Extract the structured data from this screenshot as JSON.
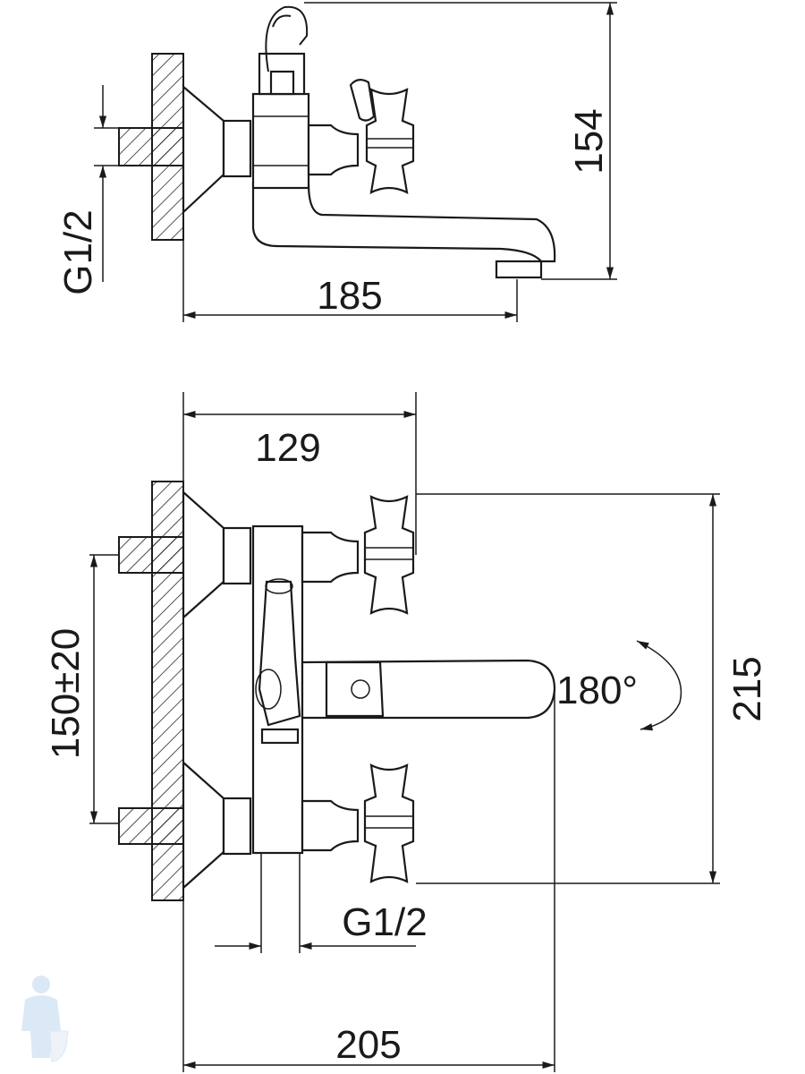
{
  "title": "Bath mixer dimension drawing",
  "top_view": {
    "thread_label": "G1/2",
    "width_label": "185",
    "height_label": "154"
  },
  "bottom_view": {
    "depth_label": "129",
    "center_distance_label": "150±20",
    "rotation_label": "180°",
    "height_label": "215",
    "thread_label": "G1/2",
    "width_label": "205"
  },
  "colors": {
    "line": "#1a1a1a",
    "watermark": "#b9d4ee"
  }
}
